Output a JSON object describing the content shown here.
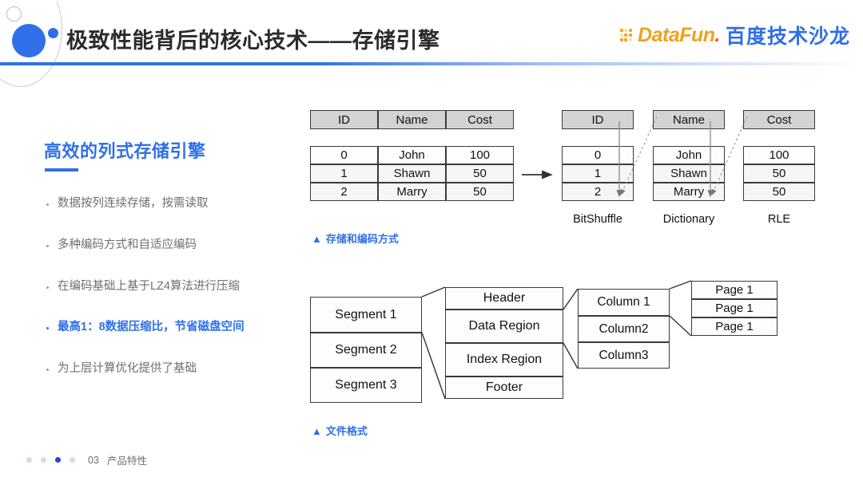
{
  "header": {
    "title": "极致性能背后的核心技术——存储引擎",
    "logo_brand": "DataFun",
    "logo_brand_dot": ".",
    "logo_cn": "百度技术沙龙"
  },
  "left": {
    "heading": "高效的列式存储引擎",
    "bullets": [
      {
        "text": "数据按列连续存储，按需读取",
        "highlight": false
      },
      {
        "text": "多种编码方式和自适应编码",
        "highlight": false
      },
      {
        "text": "在编码基础上基于LZ4算法进行压缩",
        "highlight": false
      },
      {
        "text": "最高1：8数据压缩比，节省磁盘空间",
        "highlight": true
      },
      {
        "text": "为上层计算优化提供了基础",
        "highlight": false
      }
    ]
  },
  "figure1": {
    "caption": "存储和编码方式",
    "caption_marker": "▲",
    "source_table": {
      "headers": [
        "ID",
        "Name",
        "Cost"
      ],
      "rows": [
        [
          "0",
          "John",
          "100"
        ],
        [
          "1",
          "Shawn",
          "50"
        ],
        [
          "2",
          "Marry",
          "50"
        ]
      ]
    },
    "columns": [
      {
        "header": "ID",
        "values": [
          "0",
          "1",
          "2"
        ],
        "encoding": "BitShuffle"
      },
      {
        "header": "Name",
        "values": [
          "John",
          "Shawn",
          "Marry"
        ],
        "encoding": "Dictionary"
      },
      {
        "header": "Cost",
        "values": [
          "100",
          "50",
          "50"
        ],
        "encoding": "RLE"
      }
    ]
  },
  "figure2": {
    "caption": "文件格式",
    "caption_marker": "▲",
    "segments": [
      "Segment 1",
      "Segment 2",
      "Segment 3"
    ],
    "file_parts": [
      "Header",
      "Data Region",
      "Index Region",
      "Footer"
    ],
    "columns": [
      "Column 1",
      "Column2",
      "Column3"
    ],
    "pages": [
      "Page 1",
      "Page 1",
      "Page 1"
    ]
  },
  "footer": {
    "number": "03",
    "label": "产品特性",
    "dots_total": 4,
    "dot_active_index": 2
  },
  "colors": {
    "accent_blue": "#2f70ea",
    "logo_orange": "#f0a21b",
    "header_cell": "#d3d3d3",
    "text_muted": "#6b6f76"
  }
}
